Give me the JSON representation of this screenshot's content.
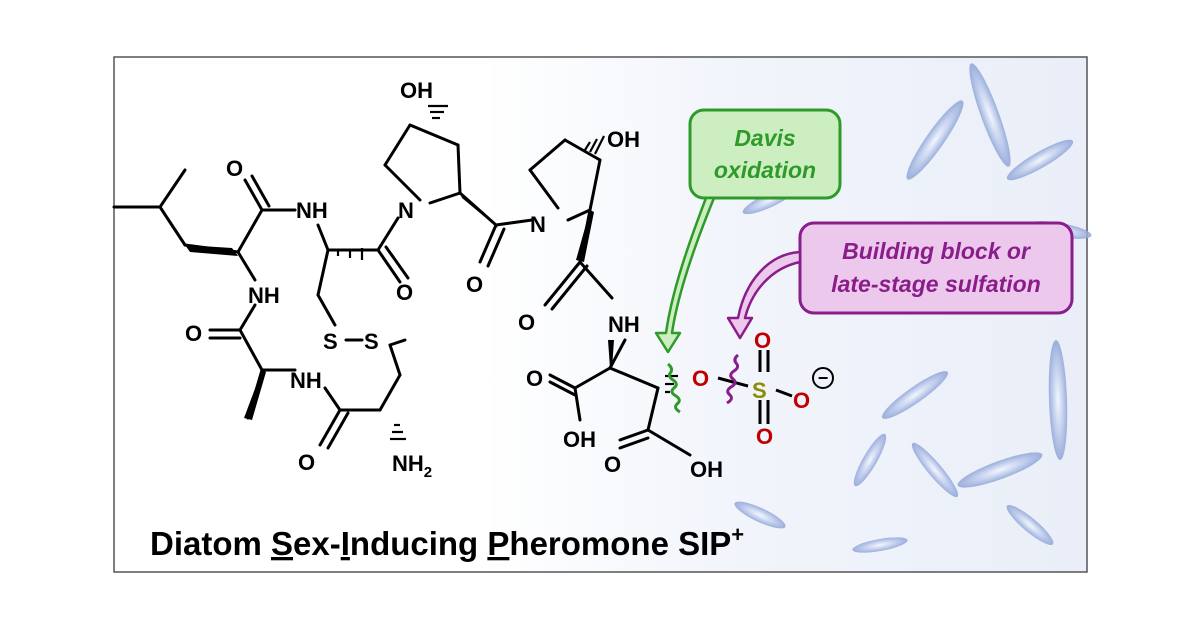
{
  "title": {
    "segments": [
      {
        "text": "Diatom ",
        "underline": false
      },
      {
        "text": "S",
        "underline": true
      },
      {
        "text": "ex-",
        "underline": false
      },
      {
        "text": "I",
        "underline": true
      },
      {
        "text": "nducing ",
        "underline": false
      },
      {
        "text": "P",
        "underline": true
      },
      {
        "text": "heromone SIP",
        "underline": false
      }
    ],
    "superscript": "+"
  },
  "callouts": {
    "davis_line1": "Davis",
    "davis_line2": "oxidation",
    "building_line1": "Building block or",
    "building_line2": "late-stage sulfation"
  },
  "atoms": {
    "oh": "OH",
    "o": "O",
    "n": "N",
    "nh": "NH",
    "s": "S",
    "nh2_main": "NH",
    "nh2_sub": "2",
    "charge": "−"
  },
  "colors": {
    "davis_green": "#2e9a2a",
    "davis_fill": "#cdeec0",
    "sulfation_purple": "#8a1d8a",
    "sulfation_fill": "#ecc9ec",
    "sulfate_o_red": "#c00000",
    "sulfur_olive": "#8c8c00",
    "diatom_blue": "#9fb3dd"
  }
}
